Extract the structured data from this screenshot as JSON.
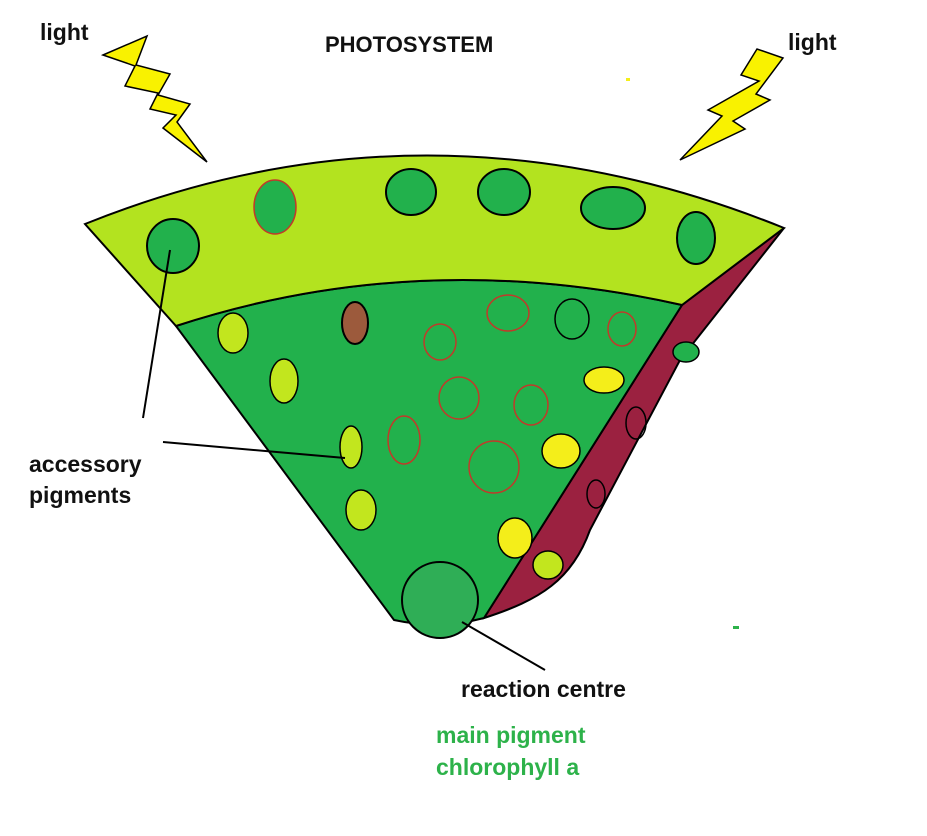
{
  "title": "PHOTOSYSTEM",
  "light_left": "light",
  "light_right": "light",
  "accessory_label": [
    "accessory",
    "pigments"
  ],
  "reaction_centre_label": "reaction centre",
  "main_pigment_label": [
    "main pigment",
    "chlorophyll a"
  ],
  "colors": {
    "outer_band": "#b3e31f",
    "inner_wedge": "#22b14c",
    "side_face": "#9b2140",
    "lightning": "#f9f200",
    "yellow_pigment": "#f4ee1a",
    "lime_pigment": "#c2e61e",
    "brown_pigment": "#9c5a3c",
    "text_green": "#2db24a"
  }
}
